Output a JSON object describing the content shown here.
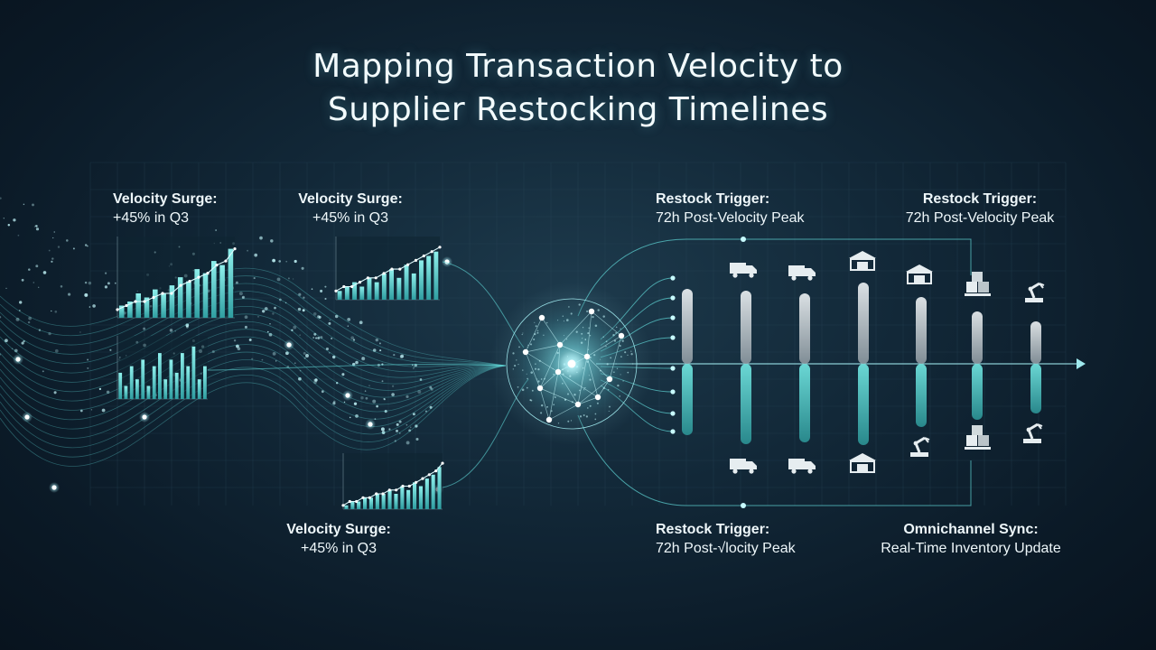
{
  "title": {
    "line1": "Mapping Transaction Velocity to",
    "line2": "Supplier Restocking Timelines"
  },
  "labels": {
    "velocity_1": {
      "head": "Velocity Surge:",
      "body": "+45% in Q3"
    },
    "velocity_2": {
      "head": "Velocity Surge:",
      "body": "+45% in Q3"
    },
    "velocity_3": {
      "head": "Velocity Surge:",
      "body": "+45% in Q3"
    },
    "restock_1": {
      "head": "Restock Trigger:",
      "body": "72h Post-Velocity Peak"
    },
    "restock_2": {
      "head": "Restock Trigger:",
      "body": "72h Post-Velocity Peak"
    },
    "restock_3": {
      "head": "Restock Trigger:",
      "body": "72h Post-√locity Peak"
    },
    "omnichannel": {
      "head": "Omnichannel Sync:",
      "body": "Real-Time Inventory Update"
    }
  },
  "icons": {
    "top": [
      "truck-icon",
      "delivery-truck-icon",
      "warehouse-icon",
      "warehouse-icon",
      "pallet-boxes-icon",
      "robotic-arm-icon"
    ],
    "bottom": [
      "truck-icon",
      "delivery-truck-icon",
      "warehouse-icon",
      "robotic-arm-icon",
      "pallet-boxes-icon",
      "robotic-arm-icon"
    ]
  },
  "colors": {
    "accent": "#5fd6d6",
    "accent_bright": "#c8fbff",
    "background": "#0f2231",
    "grid": "#2c4a5c"
  },
  "chart_data": [
    {
      "type": "bar",
      "values": [
        3,
        4,
        6,
        5,
        7,
        6,
        8,
        10,
        9,
        12,
        11,
        14,
        13,
        17
      ],
      "trend": [
        2,
        3,
        4,
        4,
        5,
        6,
        6,
        8,
        9,
        10,
        11,
        13,
        14,
        17
      ]
    },
    {
      "type": "bar",
      "values": [
        4,
        2,
        5,
        3,
        6,
        2,
        5,
        7,
        3,
        6,
        4,
        7,
        5,
        8,
        3,
        5
      ]
    },
    {
      "type": "bar",
      "values": [
        2,
        3,
        4,
        3,
        5,
        4,
        6,
        7,
        5,
        8,
        6,
        9,
        10,
        11
      ],
      "trend": [
        2,
        3,
        3,
        4,
        5,
        5,
        6,
        7,
        7,
        8,
        9,
        10,
        11,
        12
      ]
    },
    {
      "type": "bar",
      "values": [
        1,
        2,
        2,
        3,
        3,
        4,
        4,
        5,
        4,
        6,
        5,
        7,
        6,
        8,
        9,
        11
      ],
      "trend": [
        1,
        2,
        2,
        3,
        3,
        4,
        4,
        5,
        5,
        6,
        6,
        7,
        8,
        9,
        10,
        12
      ]
    }
  ]
}
